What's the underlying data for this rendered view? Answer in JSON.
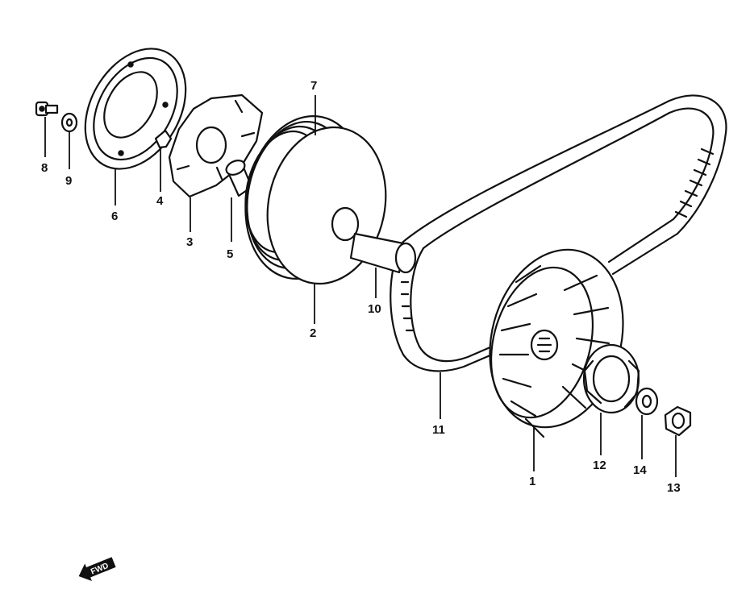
{
  "labels": {
    "p1": "1",
    "p2": "2",
    "p3": "3",
    "p4": "4",
    "p5": "5",
    "p6": "6",
    "p7": "7",
    "p8": "8",
    "p9": "9",
    "p10": "10",
    "p11": "11",
    "p12": "12",
    "p13": "13",
    "p14": "14"
  },
  "fwd_badge": "FWD"
}
